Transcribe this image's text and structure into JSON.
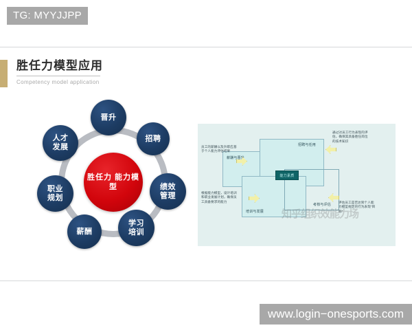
{
  "overlay": {
    "tg_tag": "TG: MYYJJPP",
    "url": "www.login−onesports.com"
  },
  "header": {
    "title": "胜任力模型应用",
    "subtitle": "Competency model application",
    "accent_color": "#c7ae74"
  },
  "circle_diagram": {
    "center": {
      "line1": "胜任力",
      "line2": "能力模",
      "line3": "型",
      "color": "#d2050c"
    },
    "node_color": "#1d3c63",
    "ring_color": "#b9bcc2",
    "nodes": [
      {
        "label": "晋升",
        "line2": ""
      },
      {
        "label": "招聘",
        "line2": ""
      },
      {
        "label": "绩效",
        "line2": "管理"
      },
      {
        "label": "学习",
        "line2": "培训"
      },
      {
        "label": "薪酬",
        "line2": ""
      },
      {
        "label": "职业",
        "line2": "规划"
      },
      {
        "label": "人才",
        "line2": "发展"
      }
    ]
  },
  "quad_diagram": {
    "background": "#e3f0ef",
    "box_fill": "#d2eeee",
    "center_label": "能力素质",
    "center_color": "#0f6466",
    "boxes": [
      {
        "label": "薪酬与晋升"
      },
      {
        "label": "招聘与任用"
      },
      {
        "label": "培训与发展"
      },
      {
        "label": "考核与评估"
      }
    ],
    "notes": [
      {
        "text": "员工的薪酬以及升职应基于个人能力评估结果"
      },
      {
        "text": "通过对员工行为表现的评估，确保其具备胜任岗位的技术知识"
      },
      {
        "text": "根据能力模型，设计培训和职业发展计划，确保员工具备要求的能力"
      },
      {
        "text": "评估员工是否达到个人能力模型规定的行为表现“目标”"
      }
    ],
    "watermark": "知乎组织效能力场"
  }
}
